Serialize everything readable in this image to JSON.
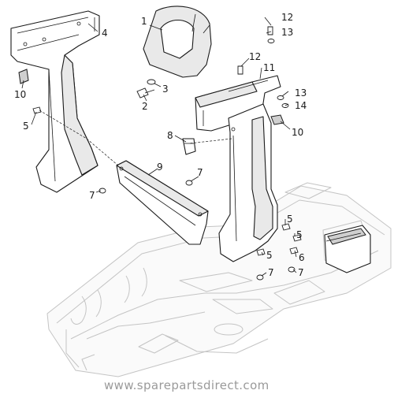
{
  "callouts": {
    "c1": "1",
    "c2": "2",
    "c3": "3",
    "c4": "4",
    "c5a": "5",
    "c5b": "5",
    "c5c": "5",
    "c5d": "5",
    "c6": "6",
    "c7a": "7",
    "c7b": "7",
    "c7c": "7",
    "c7d": "7",
    "c8": "8",
    "c9": "9",
    "c10a": "10",
    "c10b": "10",
    "c11": "11",
    "c12a": "12",
    "c12b": "12",
    "c13a": "13",
    "c13b": "13",
    "c14": "14"
  },
  "watermark": "www.sparepartsdirect.com"
}
